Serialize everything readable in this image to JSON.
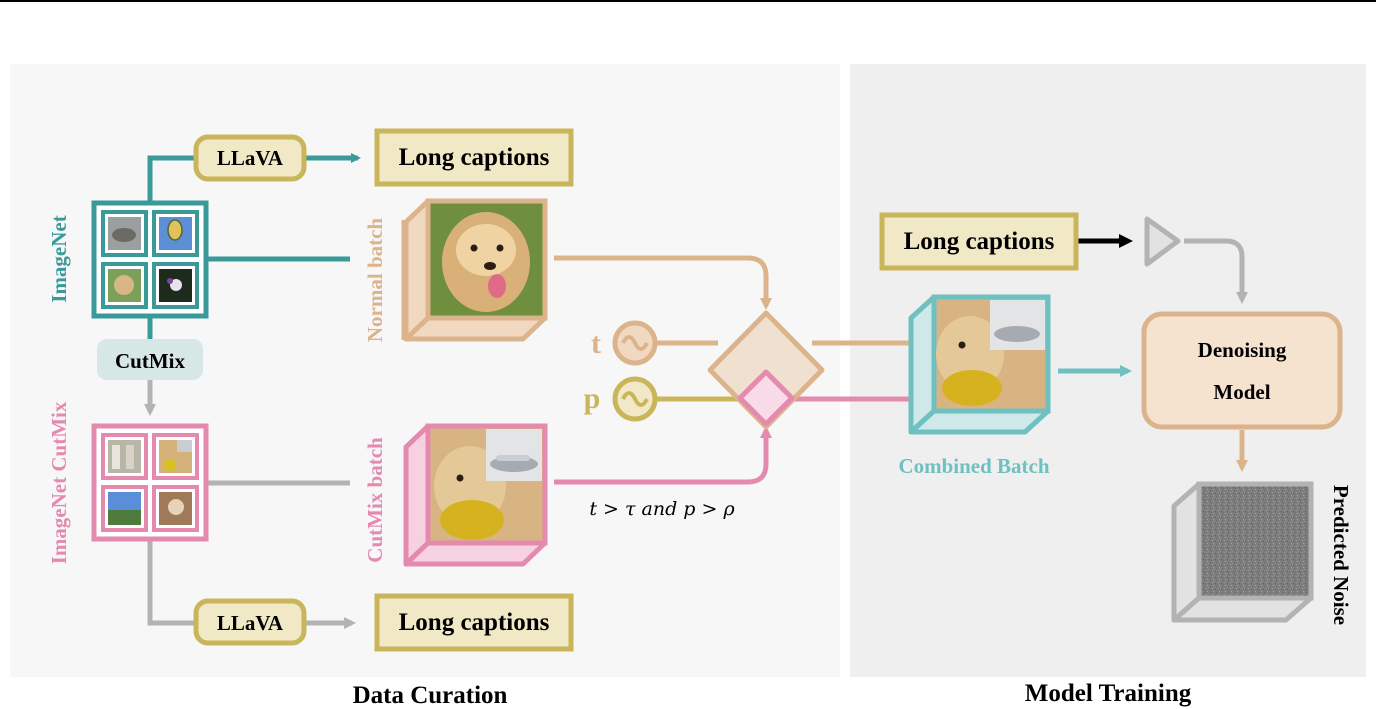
{
  "sections": {
    "left_title": "Data Curation",
    "right_title": "Model Training"
  },
  "grids": {
    "imagenet_label": "ImageNet",
    "cutmix_label": "ImageNet CutMix"
  },
  "nodes": {
    "llava_top": "LLaVA",
    "llava_bottom": "LLaVA",
    "long_captions_top": "Long captions",
    "long_captions_bottom": "Long captions",
    "long_captions_right": "Long captions",
    "cutmix": "CutMix",
    "normal_batch": "Normal batch",
    "cutmix_batch": "CutMix batch",
    "t_symbol": "t",
    "p_symbol": "p",
    "condition": "t > τ and p > ρ",
    "combined_batch": "Combined Batch",
    "denoising_line1": "Denoising",
    "denoising_line2": "Model",
    "predicted_noise": "Predicted Noise"
  },
  "colors": {
    "teal": "#3a9a9a",
    "teal_light": "#6fc0c0",
    "pink": "#e48aaf",
    "tan": "#dcb48c",
    "olive": "#c9b55a",
    "box_fill": "#f1e9c6",
    "gray": "#b3b3b3",
    "panel_left": "#f7f7f7",
    "panel_right": "#efefef"
  }
}
